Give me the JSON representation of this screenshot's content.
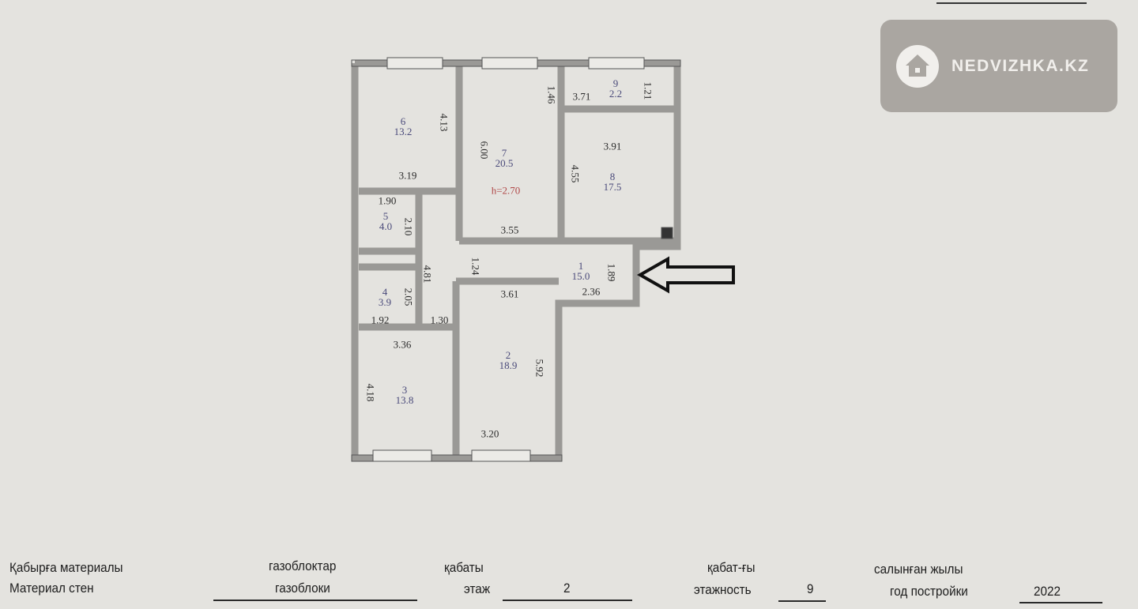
{
  "logo": {
    "text": "NEDVIZHKA.KZ",
    "icon": "house-icon"
  },
  "plan": {
    "ceiling_height": "h=2.70",
    "rooms": [
      {
        "num": "6",
        "area": "13.2"
      },
      {
        "num": "7",
        "area": "20.5"
      },
      {
        "num": "9",
        "area": "2.2"
      },
      {
        "num": "8",
        "area": "17.5"
      },
      {
        "num": "5",
        "area": "4.0"
      },
      {
        "num": "4",
        "area": "3.9"
      },
      {
        "num": "3",
        "area": "13.8"
      },
      {
        "num": "2",
        "area": "18.9"
      },
      {
        "num": "1",
        "area": "15.0"
      }
    ],
    "dims": [
      "3.19",
      "3.71",
      "3.91",
      "3.55",
      "1.90",
      "3.61",
      "2.36",
      "1.92",
      "1.30",
      "3.36",
      "3.20",
      "4.13",
      "1.46",
      "1.21",
      "6.00",
      "4.55",
      "2.10",
      "4.81",
      "1.24",
      "1.89",
      "2.05",
      "4.18",
      "5.92"
    ],
    "entrance_arrow": "arrow-left-icon"
  },
  "footer": {
    "wall_kz": "Қабырға материалы",
    "wall_ru": "Материал стен",
    "wall_val_kz": "газоблоктар",
    "wall_val_ru": "газоблоки",
    "floor_kz": "қабаты",
    "floor_ru": "этаж",
    "floor_val": "2",
    "floors_kz": "қабат-ғы",
    "floors_ru": "этажность",
    "floors_val": "9",
    "year_kz": "салынған жылы",
    "year_ru": "год постройки",
    "year_val": "2022"
  }
}
